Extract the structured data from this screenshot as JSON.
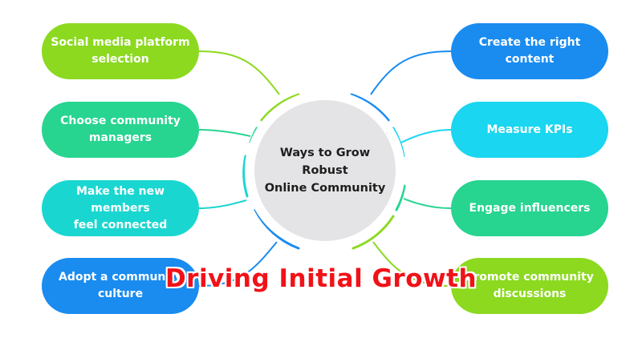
{
  "center": {
    "label": "Ways to Grow\nRobust\nOnline Community",
    "color": "#e4e4e6"
  },
  "left_nodes": [
    {
      "label": "Social media platform\nselection",
      "color": "#8cd920"
    },
    {
      "label": "Choose community\nmanagers",
      "color": "#27d490"
    },
    {
      "label": "Make the new members\nfeel connected",
      "color": "#1ad6d0"
    },
    {
      "label": "Adopt a community\nculture",
      "color": "#1a8cf0"
    }
  ],
  "right_nodes": [
    {
      "label": "Create the right\ncontent",
      "color": "#1a8cf0"
    },
    {
      "label": "Measure KPIs",
      "color": "#1ad6f0"
    },
    {
      "label": "Engage influencers",
      "color": "#27d490"
    },
    {
      "label": "Promote community\ndiscussions",
      "color": "#8cd920"
    }
  ],
  "overlay": {
    "title": "Driving Initial Growth",
    "color": "#f01218"
  }
}
